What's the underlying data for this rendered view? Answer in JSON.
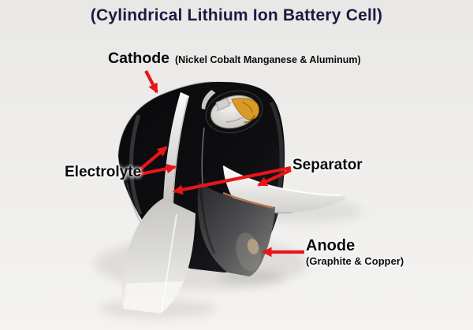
{
  "title": "(Cylindrical Lithium Ion Battery Cell)",
  "labels": {
    "cathode": {
      "main": "Cathode",
      "sub": "(Nickel Cobalt Manganese & Aluminum)"
    },
    "electrolyte": {
      "main": "Electrolyte"
    },
    "separator": {
      "main": "Separator"
    },
    "anode": {
      "main": "Anode",
      "sub": "(Graphite & Copper)"
    }
  },
  "colors": {
    "title": "#1b1b42",
    "label": "#0b0b0b",
    "arrow": "#e81519",
    "background": "#ecebe9"
  }
}
